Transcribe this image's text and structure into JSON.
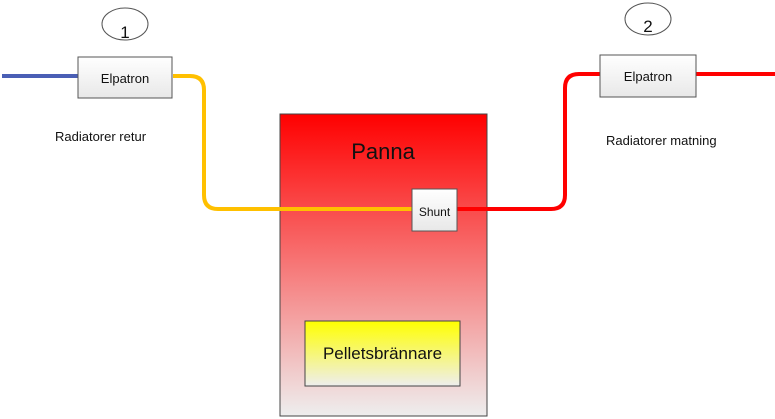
{
  "labels": {
    "marker_1": "1",
    "marker_2": "2",
    "elpatron_1": "Elpatron",
    "elpatron_2": "Elpatron",
    "return_label": "Radiatorer retur",
    "supply_label": "Radiatorer matning",
    "boiler": "Panna",
    "shunt": "Shunt",
    "burner": "Pelletsbrännare"
  },
  "colors": {
    "return_pipe": "#4a5fb5",
    "mixed_pipe": "#ffc000",
    "supply_pipe": "#ff0000",
    "boiler_top": "#ff0000",
    "boiler_bottom": "#eeeeee",
    "burner_top": "#ffff00",
    "burner_bottom": "#eeeeee"
  }
}
